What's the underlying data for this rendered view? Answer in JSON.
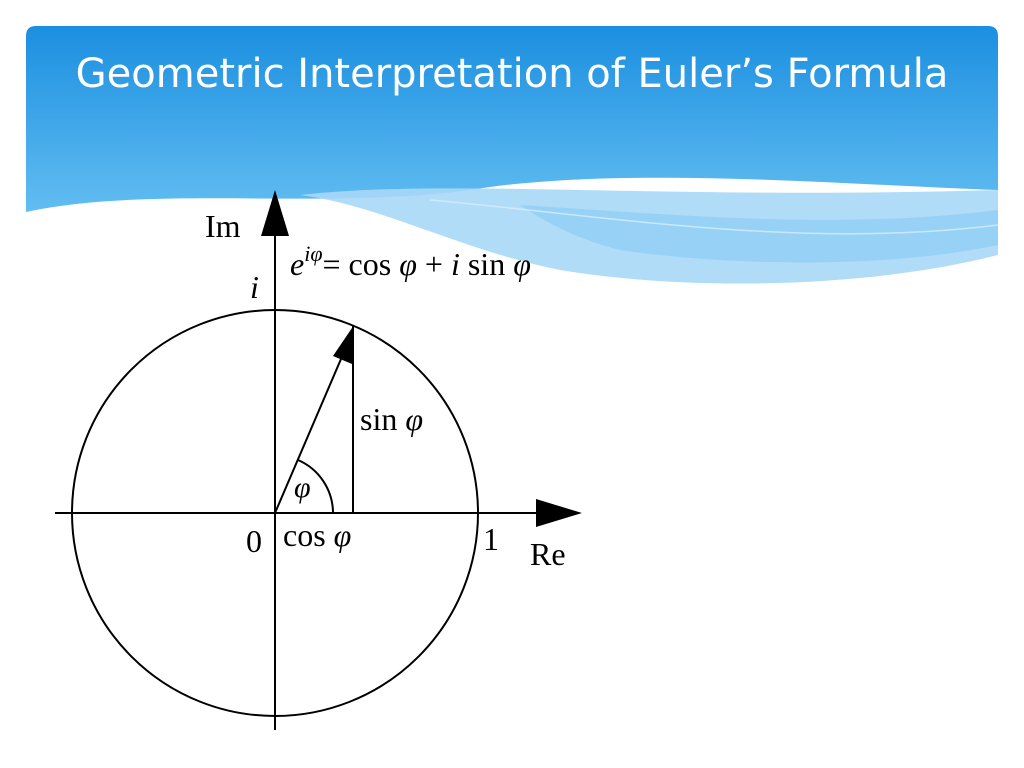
{
  "slide": {
    "title": "Geometric Interpretation of Euler’s Formula"
  },
  "diagram": {
    "axis_labels": {
      "imaginary": "Im",
      "real": "Re"
    },
    "formula": {
      "base": "e",
      "exponent": "iφ",
      "rhs_start": "= cos ",
      "phi_1": "φ",
      "plus": " + ",
      "i": "i",
      "sin_text": " sin ",
      "phi_2": "φ"
    },
    "point_labels": {
      "origin": "0",
      "real_unit": "1",
      "imag_unit": "i"
    },
    "segment_labels": {
      "sin_text": "sin ",
      "sin_phi": "φ",
      "cos_text": "cos ",
      "cos_phi": "φ"
    },
    "angle_label": "φ",
    "colors": {
      "header_top": "#1b8fe0",
      "header_bottom": "#5ab8ef",
      "wave_light": "#a8d8f7",
      "stroke": "#000000"
    }
  }
}
